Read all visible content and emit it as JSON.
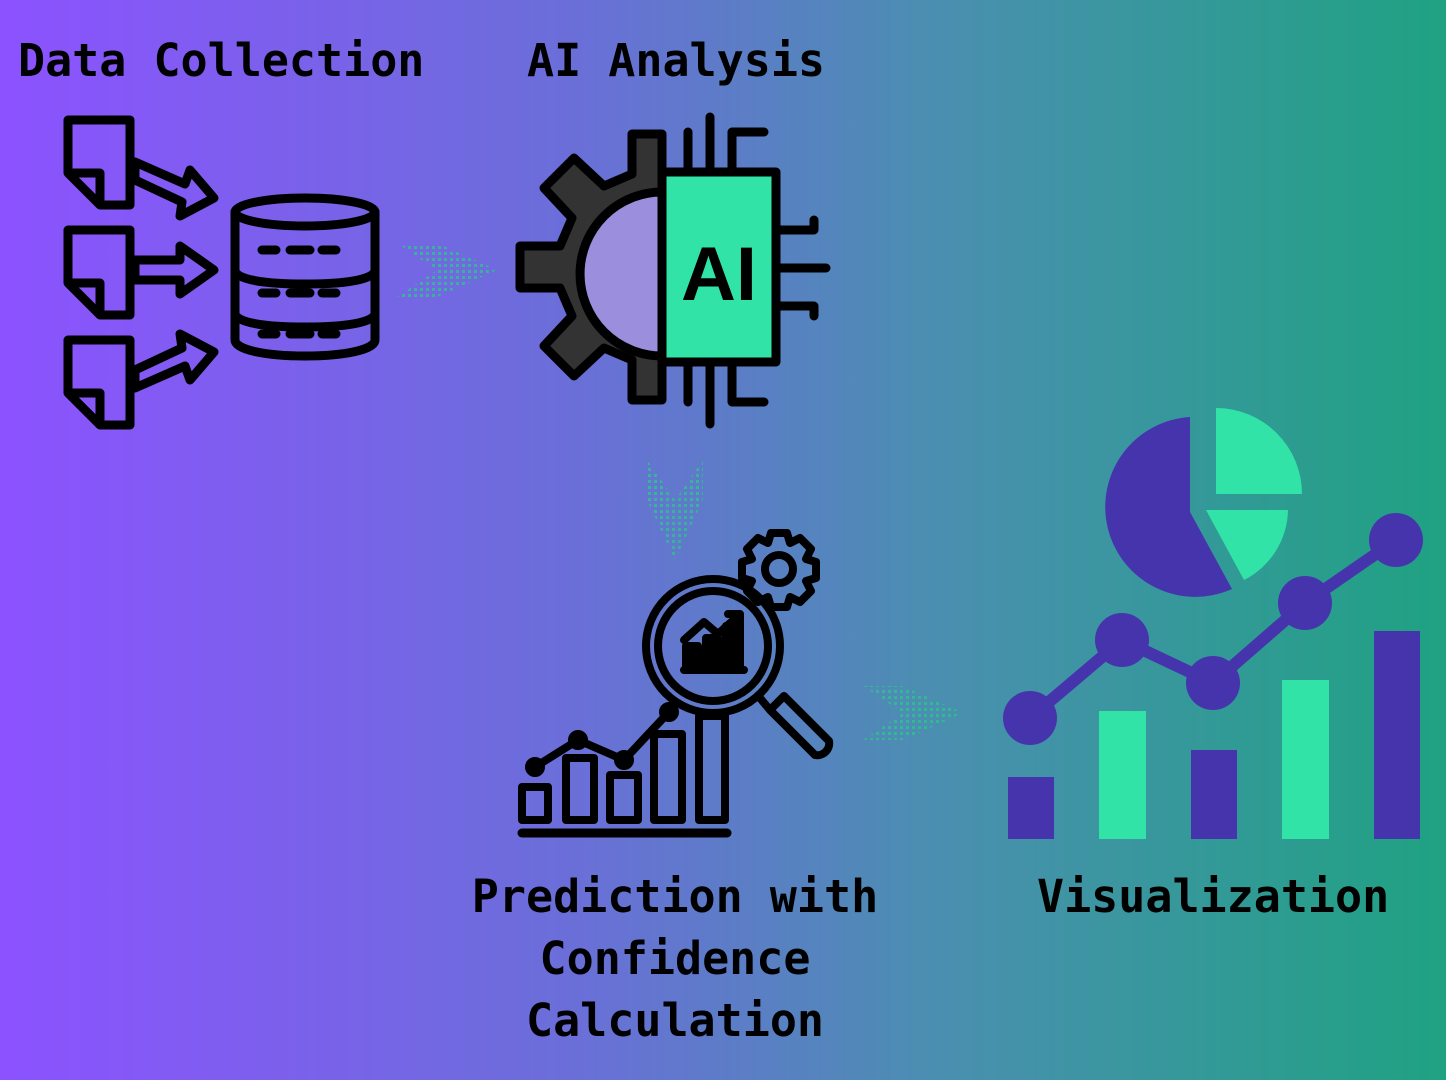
{
  "steps": [
    {
      "label": "Data Collection",
      "icon": "documents-to-database-icon"
    },
    {
      "label": "AI Analysis",
      "icon": "ai-gear-chip-icon"
    },
    {
      "label_lines": [
        "Prediction with",
        "Confidence",
        "Calculation"
      ],
      "icon": "magnifier-chart-icon"
    },
    {
      "label": "Visualization",
      "icon": "bar-line-pie-chart-icon"
    }
  ],
  "colors": {
    "gradient_start": "#8c52ff",
    "gradient_end": "#1fa282",
    "accent_green": "#31e3a6",
    "accent_purple": "#4634ac",
    "ai_half_circle": "#9b8edc",
    "gear": "#333"
  },
  "ai_chip_text": "AI",
  "connectors": [
    "dotted-chevron-right-icon",
    "dotted-chevron-down-icon",
    "dotted-chevron-right-icon"
  ]
}
